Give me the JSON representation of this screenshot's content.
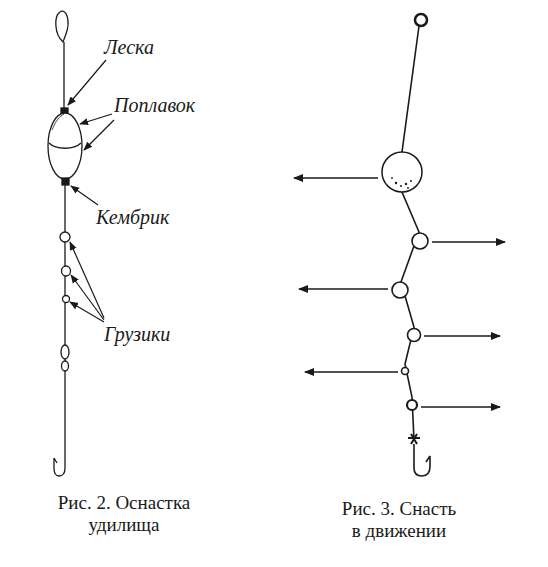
{
  "diagram": {
    "labels": [
      "Леска",
      "Поплавок",
      "Кембрик",
      "Грузики",
      "Рис. 2. Оснастка удилища",
      "Рис. 3. Снасть в движении"
    ]
  }
}
